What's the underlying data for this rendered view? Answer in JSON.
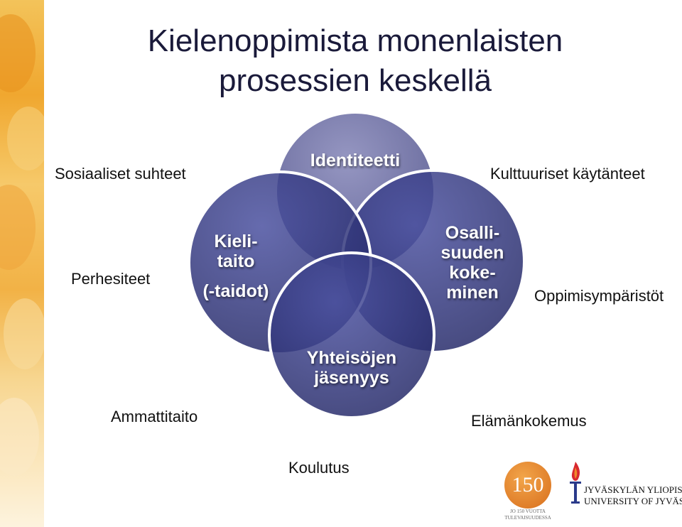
{
  "title": {
    "line1": "Kielenoppimista monenlaisten",
    "line2": "prosessien keskellä"
  },
  "context_labels": {
    "sosiaaliset": "Sosiaaliset suhteet",
    "kulttuuriset": "Kulttuuriset käytänteet",
    "perhesiteet": "Perhesiteet",
    "oppimisymparistot": "Oppimisympäristöt",
    "ammattitaito": "Ammattitaito",
    "elamankokemus": "Elämänkokemus",
    "koulutus": "Koulutus"
  },
  "circles": {
    "identiteetti": "Identiteetti",
    "kielitaito_1": "Kieli-",
    "kielitaito_2": "taito",
    "kielitaito_3": "(-taidot)",
    "osallisuuden_1": "Osalli-",
    "osallisuuden_2": "suuden",
    "osallisuuden_3": "koke-",
    "osallisuuden_4": "minen",
    "yhteisojen_1": "Yhteisöjen",
    "yhteisojen_2": "jäsenyys"
  },
  "logos": {
    "anniversary_number": "150",
    "anniversary_caption_1": "JO 150 VUOTTA",
    "anniversary_caption_2": "TULEVAISUUDESSA",
    "university_fi": "JYVÄSKYLÄN YLIOPISTO",
    "university_en": "UNIVERSITY OF JYVÄSKYLÄ"
  },
  "colors": {
    "circle_fill": "#3a3f86",
    "circle_top_fill": "#6e6fa6",
    "circle_edge": "#ffffff",
    "leaf_orange": "#f0a72f",
    "logo_orange": "#e07a25",
    "flame_red": "#d8282f",
    "text_dark": "#111111"
  }
}
